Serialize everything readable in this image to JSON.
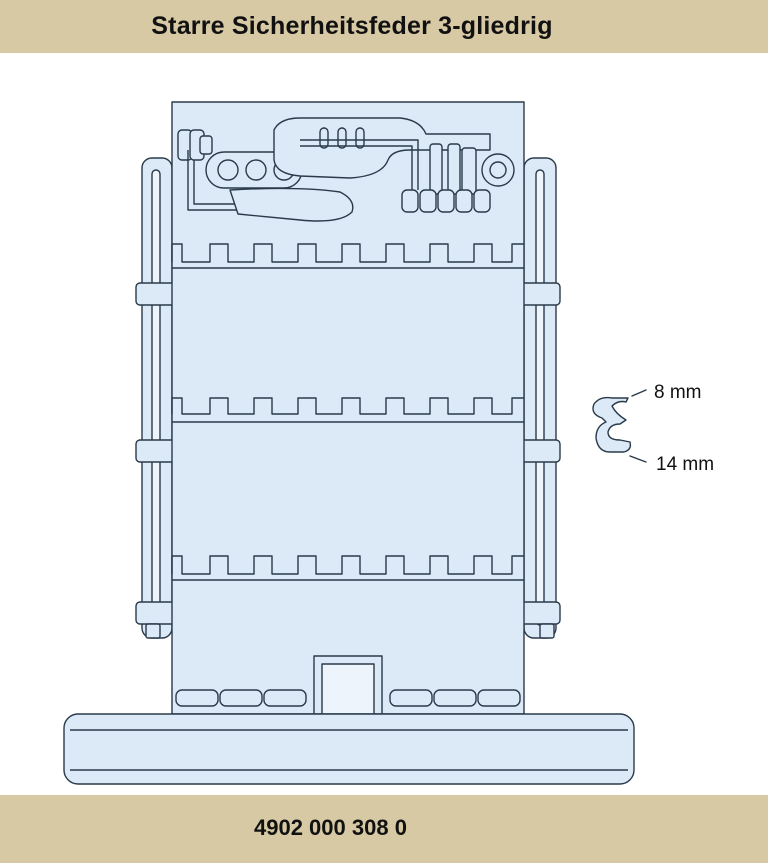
{
  "header": {
    "title": "Starre Sicherheitsfeder 3-gliedrig"
  },
  "footer": {
    "part_number": "4902 000 308 0"
  },
  "dimensions": {
    "label_small": "8 mm",
    "label_large": "14 mm"
  },
  "colors": {
    "bar": "#d6c9a4",
    "part_fill": "#dce9f7",
    "outline": "#2a3a4a"
  }
}
